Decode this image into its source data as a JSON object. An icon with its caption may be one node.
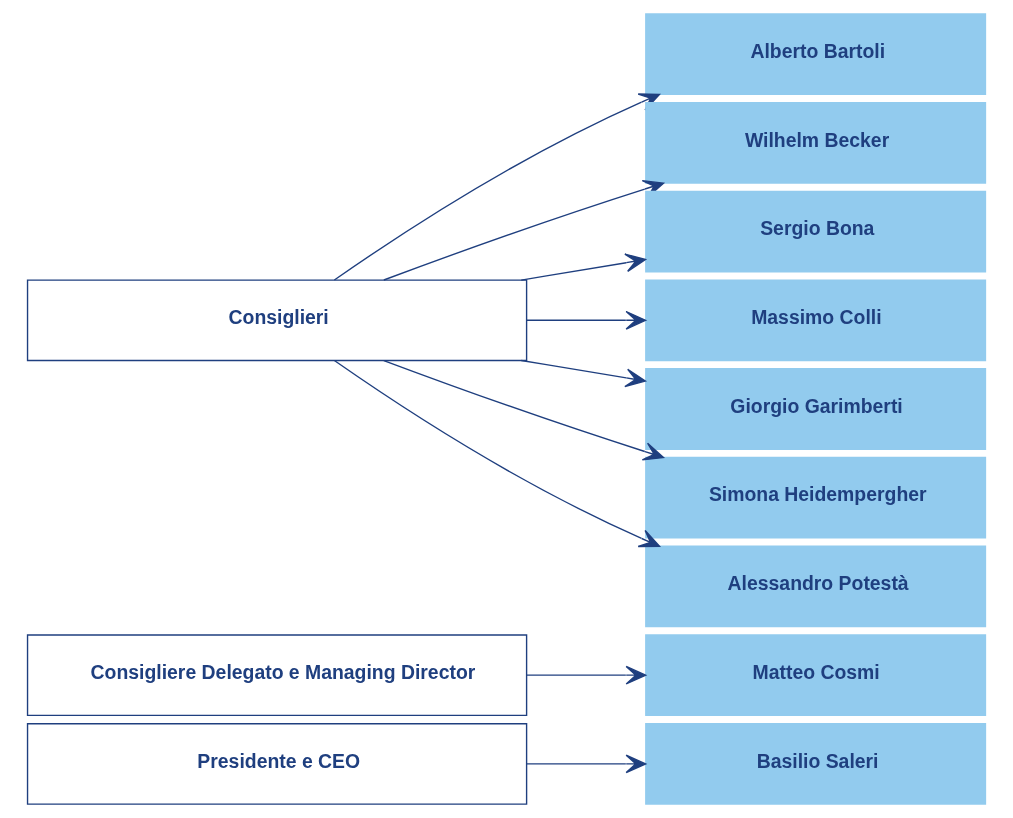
{
  "diagram": {
    "nodes": [
      {
        "text": [
          "Presidente e CEO"
        ]
      },
      {
        "text": [
          "Basilio Saleri"
        ]
      },
      {
        "text": [
          "Consigliere Delegato e Managing Director"
        ]
      },
      {
        "text": [
          "Matteo Cosmi"
        ]
      },
      {
        "text": [
          "Consiglieri"
        ]
      },
      {
        "text": [
          "Alberto Bartoli"
        ]
      },
      {
        "text": [
          "Wilhelm Becker"
        ]
      },
      {
        "text": [
          "Sergio Bona"
        ]
      },
      {
        "text": [
          "Massimo Colli"
        ]
      },
      {
        "text": [
          "Giorgio Garimberti"
        ]
      },
      {
        "text": [
          "Simona Heidempergher"
        ]
      },
      {
        "text": [
          "Alessandro Potestà"
        ]
      }
    ],
    "edges": [
      {
        "from": 0,
        "to": 1,
        "arrow": "to"
      },
      {
        "from": 2,
        "to": 3,
        "arrow": "to"
      },
      {
        "from": 4,
        "to": 5,
        "arrow": "to"
      },
      {
        "from": 4,
        "to": 6,
        "arrow": "to"
      },
      {
        "from": 4,
        "to": 7,
        "arrow": "to"
      },
      {
        "from": 4,
        "to": 8,
        "arrow": "to"
      },
      {
        "from": 4,
        "to": 9,
        "arrow": "to"
      },
      {
        "from": 4,
        "to": 10,
        "arrow": "to"
      },
      {
        "from": 4,
        "to": 11,
        "arrow": "to"
      }
    ]
  }
}
